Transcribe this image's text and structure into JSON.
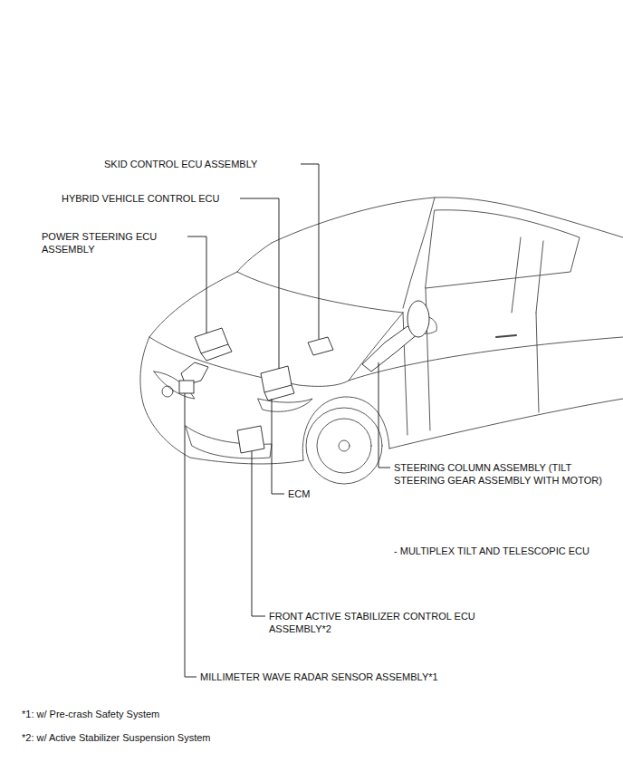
{
  "diagram": {
    "labels": [
      "SKID CONTROL ECU ASSEMBLY",
      "HYBRID VEHICLE CONTROL ECU",
      "POWER STEERING ECU ASSEMBLY",
      "STEERING COLUMN ASSEMBLY (TILT STEERING GEAR ASSEMBLY WITH MOTOR)",
      "ECM",
      "- MULTIPLEX TILT AND TELESCOPIC ECU",
      "FRONT ACTIVE STABILIZER CONTROL ECU ASSEMBLY*2",
      "MILLIMETER WAVE RADAR SENSOR ASSEMBLY*1",
      "*1: w/ Pre-crash Safety System",
      "*2: w/ Active Stabilizer Suspension System"
    ]
  }
}
